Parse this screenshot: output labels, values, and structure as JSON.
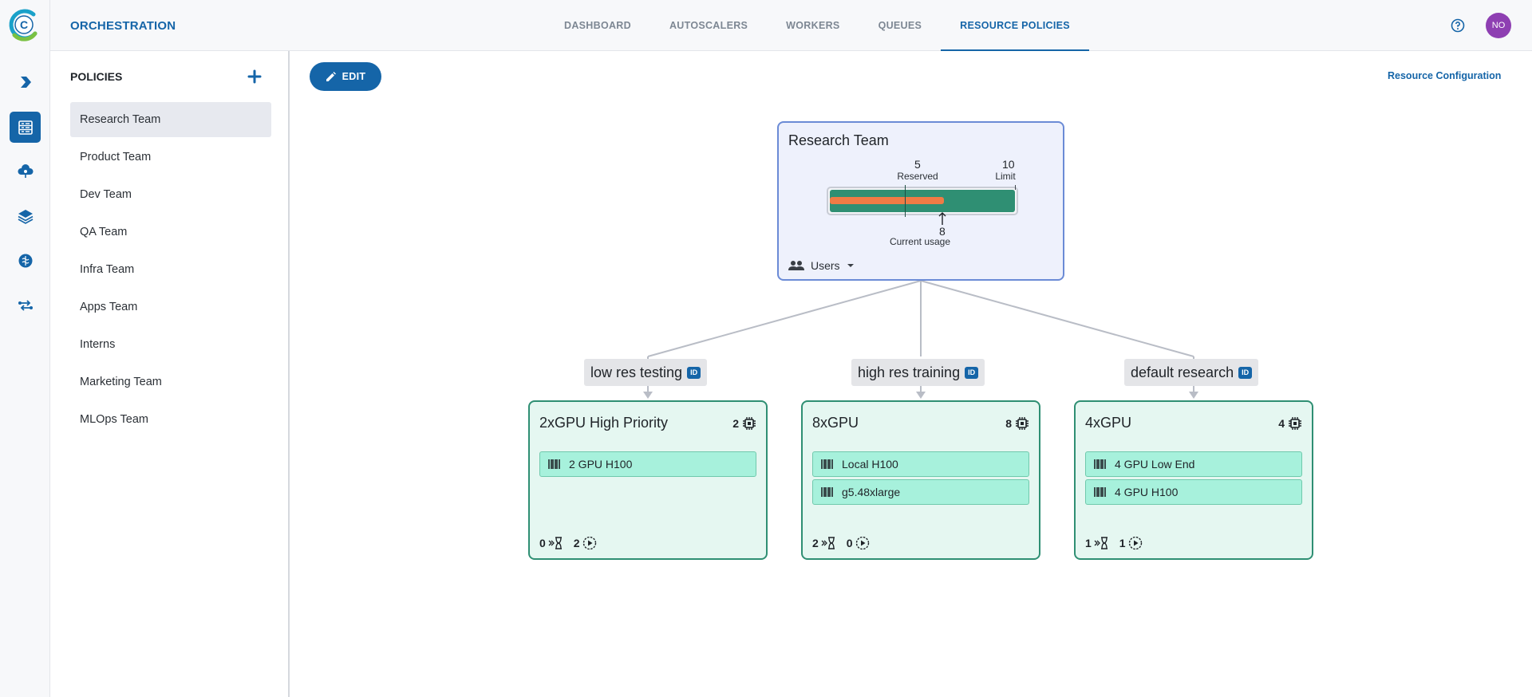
{
  "app": {
    "title": "ORCHESTRATION",
    "logo_letter": "C"
  },
  "nav": {
    "tabs": [
      {
        "label": "DASHBOARD",
        "active": false
      },
      {
        "label": "AUTOSCALERS",
        "active": false
      },
      {
        "label": "WORKERS",
        "active": false
      },
      {
        "label": "QUEUES",
        "active": false
      },
      {
        "label": "RESOURCE POLICIES",
        "active": true
      }
    ]
  },
  "header": {
    "help_icon": "help-circle-icon",
    "avatar_initials": "NO",
    "avatar_color": "#8e3fb2"
  },
  "rail": {
    "items": [
      "play-arrow-icon",
      "server-list-icon",
      "cloud-gear-icon",
      "layers-icon",
      "brain-icon",
      "flow-arrows-icon"
    ],
    "active_index": 1
  },
  "sidebar": {
    "title": "POLICIES",
    "add_icon": "plus-icon",
    "items": [
      "Research Team",
      "Product Team",
      "Dev Team",
      "QA Team",
      "Infra Team",
      "Apps Team",
      "Interns",
      "Marketing Team",
      "MLOps Team"
    ],
    "selected_index": 0
  },
  "toolbar": {
    "edit_label": "EDIT",
    "resource_config_label": "Resource Configuration"
  },
  "policy": {
    "name": "Research Team",
    "reserved_value": "5",
    "reserved_label": "Reserved",
    "limit_value": "10",
    "limit_label": "Limit",
    "usage_value": "8",
    "usage_label": "Current usage",
    "reserved": 5,
    "limit": 10,
    "usage": 8,
    "selector_label": "Users"
  },
  "queues": [
    {
      "label": "low res testing",
      "badge": "ID",
      "resource": {
        "name": "2xGPU High Priority",
        "gpu_count": "2",
        "pools": [
          "2 GPU H100"
        ],
        "pending": "0",
        "running": "2"
      }
    },
    {
      "label": "high res training",
      "badge": "ID",
      "resource": {
        "name": "8xGPU",
        "gpu_count": "8",
        "pools": [
          "Local H100",
          "g5.48xlarge"
        ],
        "pending": "2",
        "running": "0"
      }
    },
    {
      "label": "default research",
      "badge": "ID",
      "resource": {
        "name": "4xGPU",
        "gpu_count": "4",
        "pools": [
          "4 GPU Low End",
          "4 GPU H100"
        ],
        "pending": "1",
        "running": "1"
      }
    }
  ],
  "colors": {
    "primary": "#1565a8",
    "usage": "#ef7b45",
    "gauge_track": "#2f8f73",
    "resource_card": "#e5f7f1",
    "pool": "#a7f1dc"
  }
}
